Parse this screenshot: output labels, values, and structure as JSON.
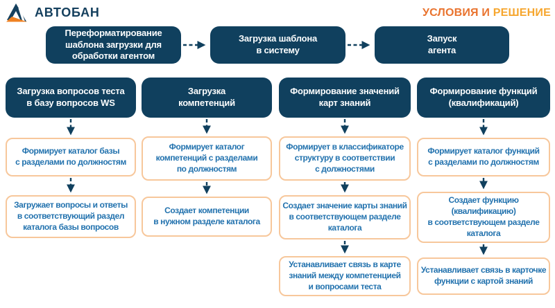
{
  "brand": {
    "name": "АВТОБАН"
  },
  "title": {
    "part1": "УСЛОВИЯ И",
    "part2": "РЕШЕНИЕ"
  },
  "colors": {
    "navy": "#10405E",
    "step_border": "#F7C79B",
    "step_text": "#2272AE",
    "title_orange_dark": "#E9732E",
    "title_orange_light": "#F6A62E",
    "logo_orange": "#EF8122"
  },
  "top_flow": [
    {
      "label": "Переформатирование\nшаблона загрузки для\nобработки агентом"
    },
    {
      "label": "Загрузка шаблона\nв систему"
    },
    {
      "label": "Запуск\nагента"
    }
  ],
  "columns": [
    {
      "header": "Загрузка вопросов теста\nв базу вопросов WS",
      "steps": [
        "Формирует каталог базы\nс разделами по должностям",
        "Загружает вопросы и ответы\nв соответствующий раздел\nкаталога базы вопросов"
      ]
    },
    {
      "header": "Загрузка\nкомпетенций",
      "steps": [
        "Формирует каталог\nкомпетенций с разделами\nпо должностям",
        "Создает компетенции\nв нужном разделе каталога"
      ]
    },
    {
      "header": "Формирование значений\nкарт знаний",
      "steps": [
        "Формирует в классификаторе\nструктуру в соответствии\nс должностями",
        "Создает значение карты знаний\nв соответствующем разделе\nкаталога",
        "Устанавливает связь в карте\nзнаний между компетенцией\nи вопросами теста"
      ]
    },
    {
      "header": "Формирование функций\n(квалификаций)",
      "steps": [
        "Формирует каталог функций\nс разделами по должностям",
        "Создает функцию\n(квалификацию)\nв соответствующем разделе\nкаталога",
        "Устанавливает связь в карточке\nфункции с картой знаний"
      ]
    }
  ]
}
